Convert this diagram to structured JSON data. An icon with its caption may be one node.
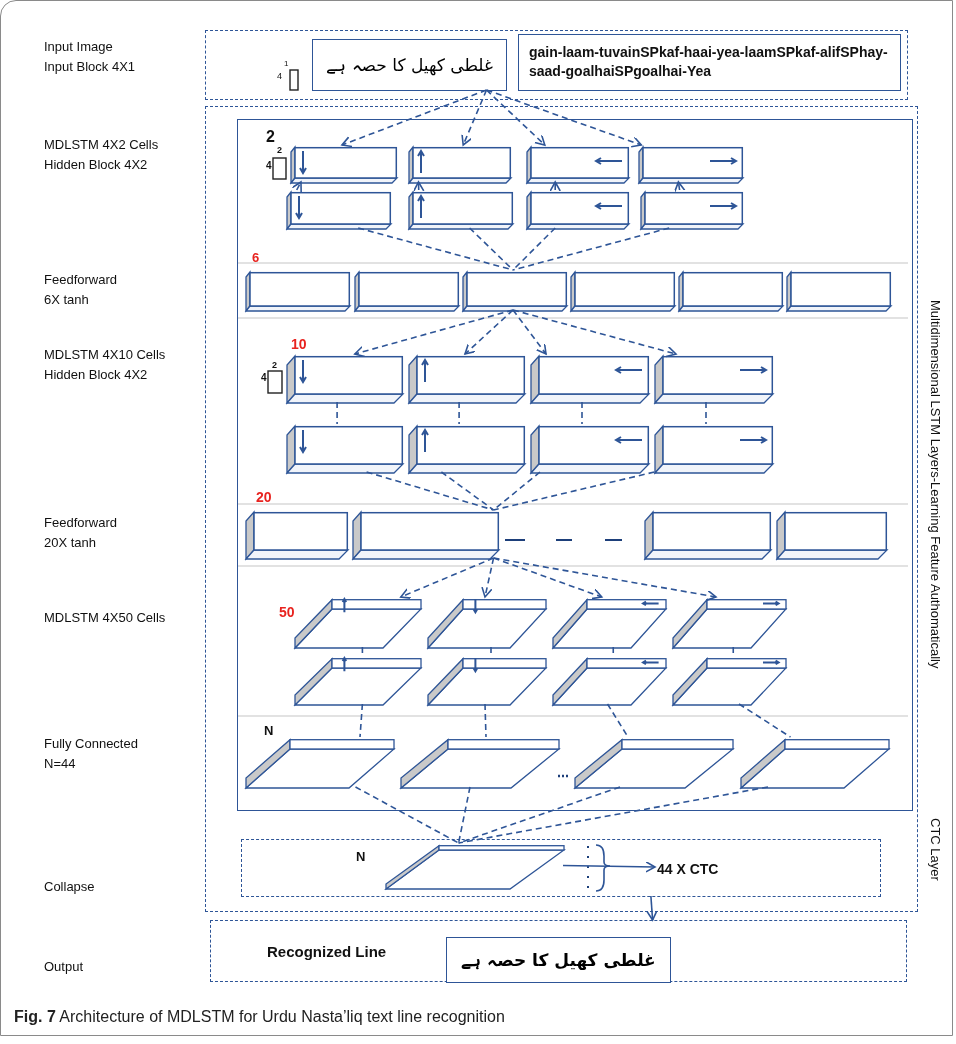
{
  "diagram": {
    "caption": "**Fig. 7** Architecture of MDLSTM for Urdu Nasta’liq text line recognition",
    "nodes": [
      {
        "text": [],
        "shape": "box"
      },
      {
        "text": [
          "غلطی کھیل کا حصہ ہے"
        ],
        "in": 0
      },
      {
        "text": [
          "gain-laam-tuvainSPkaf-haai-yea-laamSPkaf-alifSPhay-saad-goalhaiSPgoalhai-Yea"
        ],
        "in": 0
      },
      {
        "text": [],
        "shape": "box"
      },
      {
        "text": [],
        "shape": "box",
        "in": 3
      },
      {
        "text": [],
        "shape": "box",
        "in": 4
      },
      {
        "text": [],
        "shape": "box",
        "in": 4
      },
      {
        "text": [],
        "shape": "box",
        "in": 4
      },
      {
        "text": [],
        "shape": "box",
        "in": 4
      },
      {
        "text": [],
        "shape": "box",
        "in": 4
      },
      {
        "text": [],
        "shape": "box",
        "in": 4
      },
      {
        "text": [],
        "shape": "box",
        "in": 4
      },
      {
        "text": [],
        "shape": "box",
        "in": 4
      },
      {
        "text": [],
        "shape": "box",
        "in": 4
      },
      {
        "text": [],
        "shape": "box",
        "in": 4
      },
      {
        "text": [],
        "shape": "box",
        "in": 4
      },
      {
        "text": [],
        "shape": "box",
        "in": 4
      },
      {
        "text": [],
        "shape": "box",
        "in": 4
      },
      {
        "text": [],
        "shape": "box",
        "in": 4
      },
      {
        "text": [],
        "shape": "box",
        "in": 4
      },
      {
        "text": [],
        "shape": "box",
        "in": 4
      },
      {
        "text": [],
        "shape": "box",
        "in": 4
      },
      {
        "text": [],
        "shape": "box",
        "in": 4
      },
      {
        "text": [],
        "shape": "box",
        "in": 4
      },
      {
        "text": [],
        "shape": "box",
        "in": 4
      },
      {
        "text": [],
        "shape": "box",
        "in": 4
      },
      {
        "text": [],
        "shape": "box",
        "in": 4
      },
      {
        "text": [],
        "shape": "box",
        "in": 4
      },
      {
        "text": [],
        "shape": "box",
        "in": 4
      },
      {
        "text": [],
        "shape": "box",
        "in": 4
      },
      {
        "text": [],
        "shape": "box",
        "in": 4
      },
      {
        "text": [],
        "shape": "slab",
        "in": 4
      },
      {
        "text": [],
        "shape": "slab",
        "in": 4
      },
      {
        "text": [],
        "shape": "slab",
        "in": 4
      },
      {
        "text": [],
        "shape": "slab",
        "in": 4
      },
      {
        "text": [],
        "shape": "slab",
        "in": 4
      },
      {
        "text": [],
        "shape": "slab",
        "in": 4
      },
      {
        "text": [],
        "shape": "slab",
        "in": 4
      },
      {
        "text": [],
        "shape": "slab",
        "in": 4
      },
      {
        "text": [],
        "shape": "slab",
        "in": 4
      },
      {
        "text": [],
        "shape": "slab",
        "in": 4
      },
      {
        "text": [],
        "shape": "slab",
        "in": 4
      },
      {
        "text": [],
        "shape": "slab",
        "in": 4
      },
      {
        "text": [],
        "shape": "box",
        "in": 3
      },
      {
        "text": [],
        "shape": "slab",
        "in": 43
      },
      {
        "text": [
          "44 X CTC"
        ],
        "in": 43
      },
      {
        "text": [
          "Recognized Line"
        ]
      },
      {
        "text": [
          "غلطی کھیل کا حصہ ہے"
        ],
        "in": 46
      }
    ],
    "edges": [
      {
        "from": 1,
        "to": 5,
        "arrow": "to",
        "style": "dashed"
      },
      {
        "from": 1,
        "to": 6,
        "arrow": "to",
        "style": "dashed"
      },
      {
        "from": 1,
        "to": 7,
        "arrow": "to",
        "style": "dashed"
      },
      {
        "from": 1,
        "to": 8,
        "arrow": "to",
        "style": "dashed"
      },
      {
        "from": 9,
        "to": 5,
        "arrow": "to",
        "style": "dashed"
      },
      {
        "from": 10,
        "to": 6,
        "arrow": "to",
        "style": "dashed"
      },
      {
        "from": 11,
        "to": 7,
        "arrow": "to",
        "style": "dashed"
      },
      {
        "from": 12,
        "to": 8,
        "arrow": "to",
        "style": "dashed"
      },
      {
        "from": 9,
        "to": 15,
        "arrow": "none",
        "style": "dashed"
      },
      {
        "from": 10,
        "to": 15,
        "arrow": "none",
        "style": "dashed"
      },
      {
        "from": 11,
        "to": 15,
        "arrow": "none",
        "style": "dashed"
      },
      {
        "from": 12,
        "to": 15,
        "arrow": "none",
        "style": "dashed"
      },
      {
        "from": 15,
        "to": 19,
        "arrow": "to",
        "style": "dashed"
      },
      {
        "from": 15,
        "to": 20,
        "arrow": "to",
        "style": "dashed"
      },
      {
        "from": 15,
        "to": 21,
        "arrow": "to",
        "style": "dashed"
      },
      {
        "from": 15,
        "to": 22,
        "arrow": "to",
        "style": "dashed"
      },
      {
        "from": 19,
        "to": 23,
        "arrow": "none",
        "style": "dashed"
      },
      {
        "from": 20,
        "to": 24,
        "arrow": "none",
        "style": "dashed"
      },
      {
        "from": 21,
        "to": 25,
        "arrow": "none",
        "style": "dashed"
      },
      {
        "from": 22,
        "to": 26,
        "arrow": "none",
        "style": "dashed"
      },
      {
        "from": 23,
        "to": 28,
        "arrow": "none",
        "style": "dashed"
      },
      {
        "from": 24,
        "to": 28,
        "arrow": "none",
        "style": "dashed"
      },
      {
        "from": 25,
        "to": 28,
        "arrow": "none",
        "style": "dashed"
      },
      {
        "from": 26,
        "to": 28,
        "arrow": "none",
        "style": "dashed"
      },
      {
        "from": 28,
        "to": 31,
        "arrow": "to",
        "style": "dashed"
      },
      {
        "from": 28,
        "to": 32,
        "arrow": "to",
        "style": "dashed"
      },
      {
        "from": 28,
        "to": 33,
        "arrow": "to",
        "style": "dashed"
      },
      {
        "from": 28,
        "to": 34,
        "arrow": "to",
        "style": "dashed"
      },
      {
        "from": 31,
        "to": 35,
        "arrow": "none",
        "style": "dashed"
      },
      {
        "from": 32,
        "to": 36,
        "arrow": "none",
        "style": "dashed"
      },
      {
        "from": 33,
        "to": 37,
        "arrow": "none",
        "style": "dashed"
      },
      {
        "from": 34,
        "to": 38,
        "arrow": "none",
        "style": "dashed"
      },
      {
        "from": 35,
        "to": 39,
        "arrow": "none",
        "style": "dashed"
      },
      {
        "from": 36,
        "to": 40,
        "arrow": "none",
        "style": "dashed"
      },
      {
        "from": 37,
        "to": 41,
        "arrow": "none",
        "style": "dashed"
      },
      {
        "from": 38,
        "to": 42,
        "arrow": "none",
        "style": "dashed"
      },
      {
        "from": 39,
        "to": 44,
        "arrow": "none",
        "style": "dashed"
      },
      {
        "from": 40,
        "to": 44,
        "arrow": "none",
        "style": "dashed"
      },
      {
        "from": 41,
        "to": 44,
        "arrow": "none",
        "style": "dashed"
      },
      {
        "from": 42,
        "to": 44,
        "arrow": "none",
        "style": "dashed"
      },
      {
        "from": 44,
        "to": 45,
        "arrow": "to"
      },
      {
        "from": 43,
        "to": 46,
        "arrow": "to"
      }
    ],
    "labels": [
      "Input Image",
      "Input Block 4X1",
      "1",
      "4",
      "MDLSTM 4X2 Cells",
      "2",
      "2",
      "Hidden Block 4X2",
      "4",
      "6",
      "Feedforward",
      "6X tanh",
      "10",
      "MDLSTM 4X10 Cells",
      "2",
      "Hidden Block 4X2",
      "4",
      "20",
      "Feedforward",
      "20X tanh",
      "MDLSTM 4X50 Cells",
      "50",
      "N",
      "Fully Connected",
      "N=44",
      "N",
      "Collapse",
      "Output",
      "Multidimensional LSTM Layers-Learning Feature Authomatically",
      "CTC Layer"
    ]
  }
}
